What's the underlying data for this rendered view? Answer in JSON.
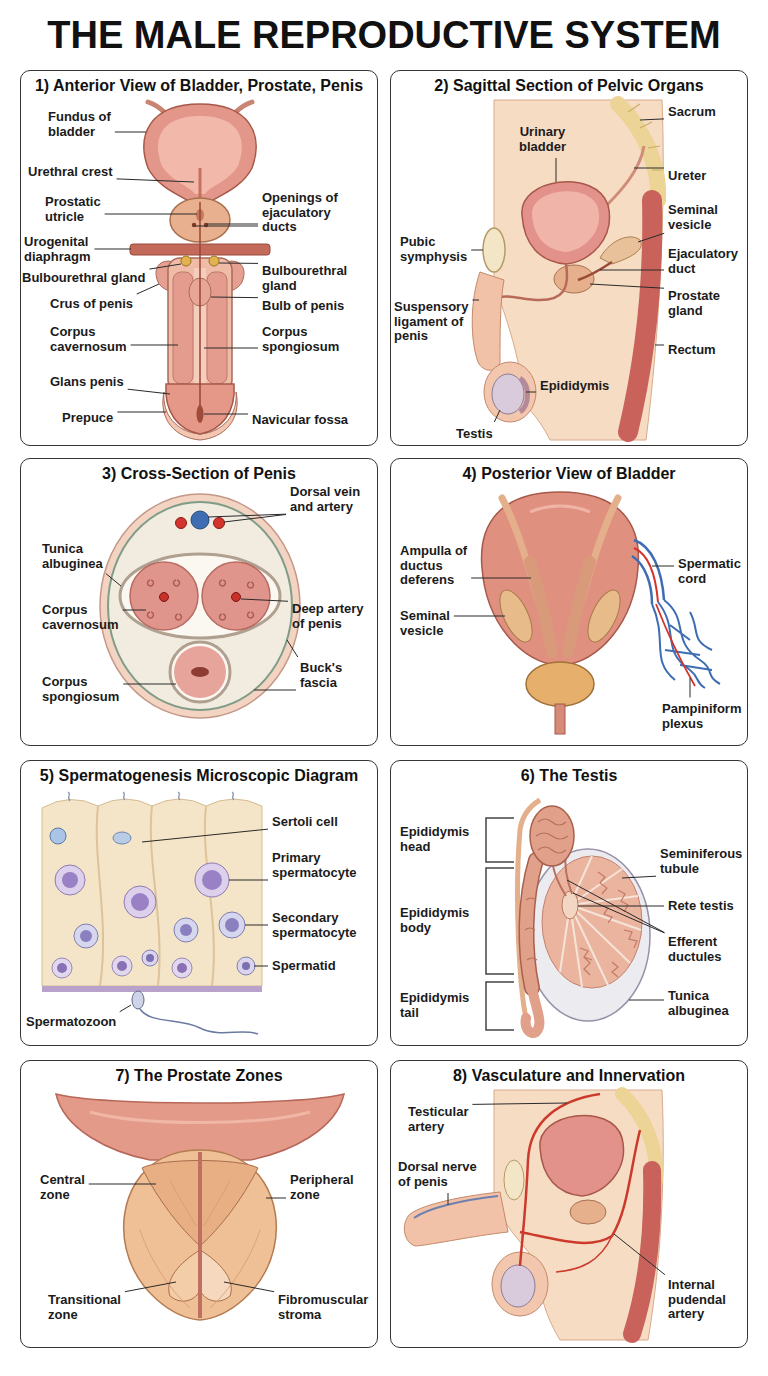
{
  "diagram": {
    "title": "THE MALE REPRODUCTIVE SYSTEM",
    "nodes": [
      {
        "text": [
          "1) Anterior View of Bladder, Prostate, Penis"
        ]
      },
      {
        "text": [
          "2) Sagittal Section of Pelvic Organs"
        ]
      },
      {
        "text": [
          "3) Cross-Section of Penis"
        ]
      },
      {
        "text": [
          "4) Posterior View of Bladder"
        ]
      },
      {
        "text": [
          "5) Spermatogenesis Microscopic Diagram"
        ]
      },
      {
        "text": [
          "6) The Testis"
        ]
      },
      {
        "text": [
          "7) The Prostate Zones"
        ]
      },
      {
        "text": [
          "8) Vasculature and Innervation"
        ]
      }
    ],
    "labels": [
      "Fundus of bladder",
      "Urethral crest",
      "Prostatic utricle",
      "Urogenital diaphragm",
      "Bulbourethral gland",
      "Crus of penis",
      "Corpus cavernosum",
      "Glans penis",
      "Prepuce",
      "Openings of ejaculatory ducts",
      "Bulbourethral gland",
      "Bulb of penis",
      "Corpus spongiosum",
      "Navicular fossa",
      "Urinary bladder",
      "Sacrum",
      "Ureter",
      "Seminal vesicle",
      "Ejaculatory duct",
      "Prostate gland",
      "Rectum",
      "Pubic symphysis",
      "Suspensory ligament of penis",
      "Testis",
      "Epididymis",
      "Dorsal vein and artery",
      "Tunica albuginea",
      "Corpus cavernosum",
      "Deep artery of penis",
      "Corpus spongiosum",
      "Buck's fascia",
      "Ampulla of ductus deferens",
      "Seminal vesicle",
      "Spermatic cord",
      "Pampiniform plexus",
      "Sertoli cell",
      "Primary spermatocyte",
      "Secondary spermatocyte",
      "Spermatid",
      "Spermatozoon",
      "Epididymis head",
      "Epididymis body",
      "Epididymis tail",
      "Seminiferous tubule",
      "Rete testis",
      "Efferent ductules",
      "Tunica albuginea",
      "Central zone",
      "Peripheral zone",
      "Transitional zone",
      "Fibromuscular stroma",
      "Testicular artery",
      "Dorsal nerve of penis",
      "Internal pudendal artery"
    ]
  }
}
